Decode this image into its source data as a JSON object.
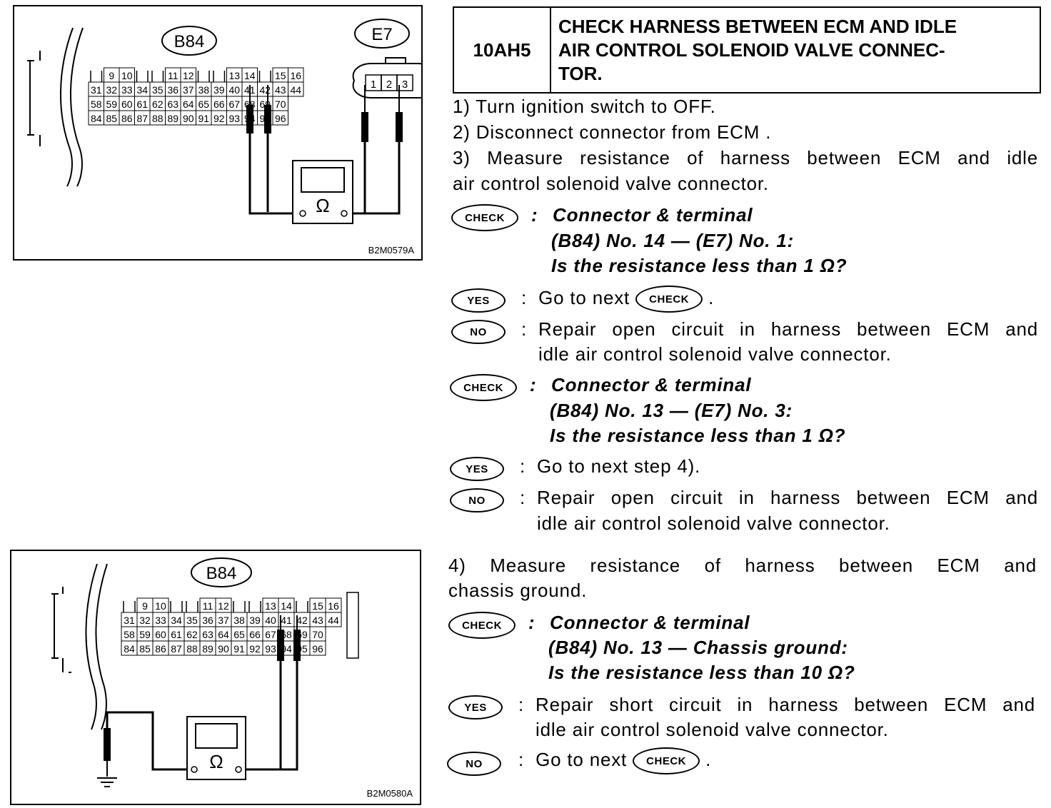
{
  "header": {
    "step_id": "10AH5",
    "title_lines": [
      "CHECK HARNESS BETWEEN ECM AND IDLE",
      "AIR CONTROL SOLENOID VALVE CONNEC-",
      "TOR."
    ]
  },
  "figures": {
    "top": {
      "id": "B2M0579A",
      "connector_ecm": "B84",
      "connector_valve": "E7",
      "valve_pins": [
        "1",
        "2",
        "3"
      ],
      "meter_symbol": "Ω"
    },
    "bottom": {
      "id": "B2M0580A",
      "connector_ecm": "B84",
      "meter_symbol": "Ω"
    },
    "ecm_pins": {
      "row1": [
        "",
        "9",
        "10",
        "",
        "",
        "11",
        "12",
        "",
        "",
        "13",
        "14",
        "",
        "15",
        "16"
      ],
      "row2": [
        "31",
        "32",
        "33",
        "34",
        "35",
        "36",
        "37",
        "38",
        "39",
        "40",
        "41",
        "42",
        "43",
        "44"
      ],
      "row3": [
        "58",
        "59",
        "60",
        "61",
        "62",
        "63",
        "64",
        "65",
        "66",
        "67",
        "68",
        "69",
        "70",
        ""
      ],
      "row4": [
        "84",
        "85",
        "86",
        "87",
        "88",
        "89",
        "90",
        "91",
        "92",
        "93",
        "94",
        "95",
        "96",
        ""
      ]
    }
  },
  "badges": {
    "check": "CHECK",
    "yes": "YES",
    "no": "NO"
  },
  "steps": {
    "s1": "1)  Turn ignition switch to OFF.",
    "s2": "2)  Disconnect connector from ECM .",
    "s3_line1": "3)  Measure resistance of harness between ECM and idle",
    "s3_line2": "air control solenoid valve connector.",
    "s4_line1": "4) Measure resistance of harness between ECM and",
    "s4_line2": "chassis ground."
  },
  "checks": [
    {
      "lines": [
        "Connector & terminal",
        "(B84) No. 14 — (E7) No. 1:",
        "Is the resistance less than 1 Ω?"
      ],
      "yes": "Go to next",
      "yes_suffix": ".",
      "no_line1": "Repair open circuit in harness between ECM and",
      "no_line2": "idle air control solenoid valve connector."
    },
    {
      "lines": [
        "Connector & terminal",
        "(B84) No. 13 — (E7) No. 3:",
        "Is the resistance less than 1 Ω?"
      ],
      "yes": "Go to next step 4).",
      "no_line1": "Repair open circuit in harness between ECM and",
      "no_line2": "idle air control solenoid valve connector."
    },
    {
      "lines": [
        "Connector & terminal",
        "(B84) No. 13 — Chassis ground:",
        "Is the resistance less than 10 Ω?"
      ],
      "yes_line1": "Repair short circuit in harness between ECM and",
      "yes_line2": "idle air control solenoid valve connector.",
      "no": "Go to next",
      "no_suffix": "."
    }
  ]
}
